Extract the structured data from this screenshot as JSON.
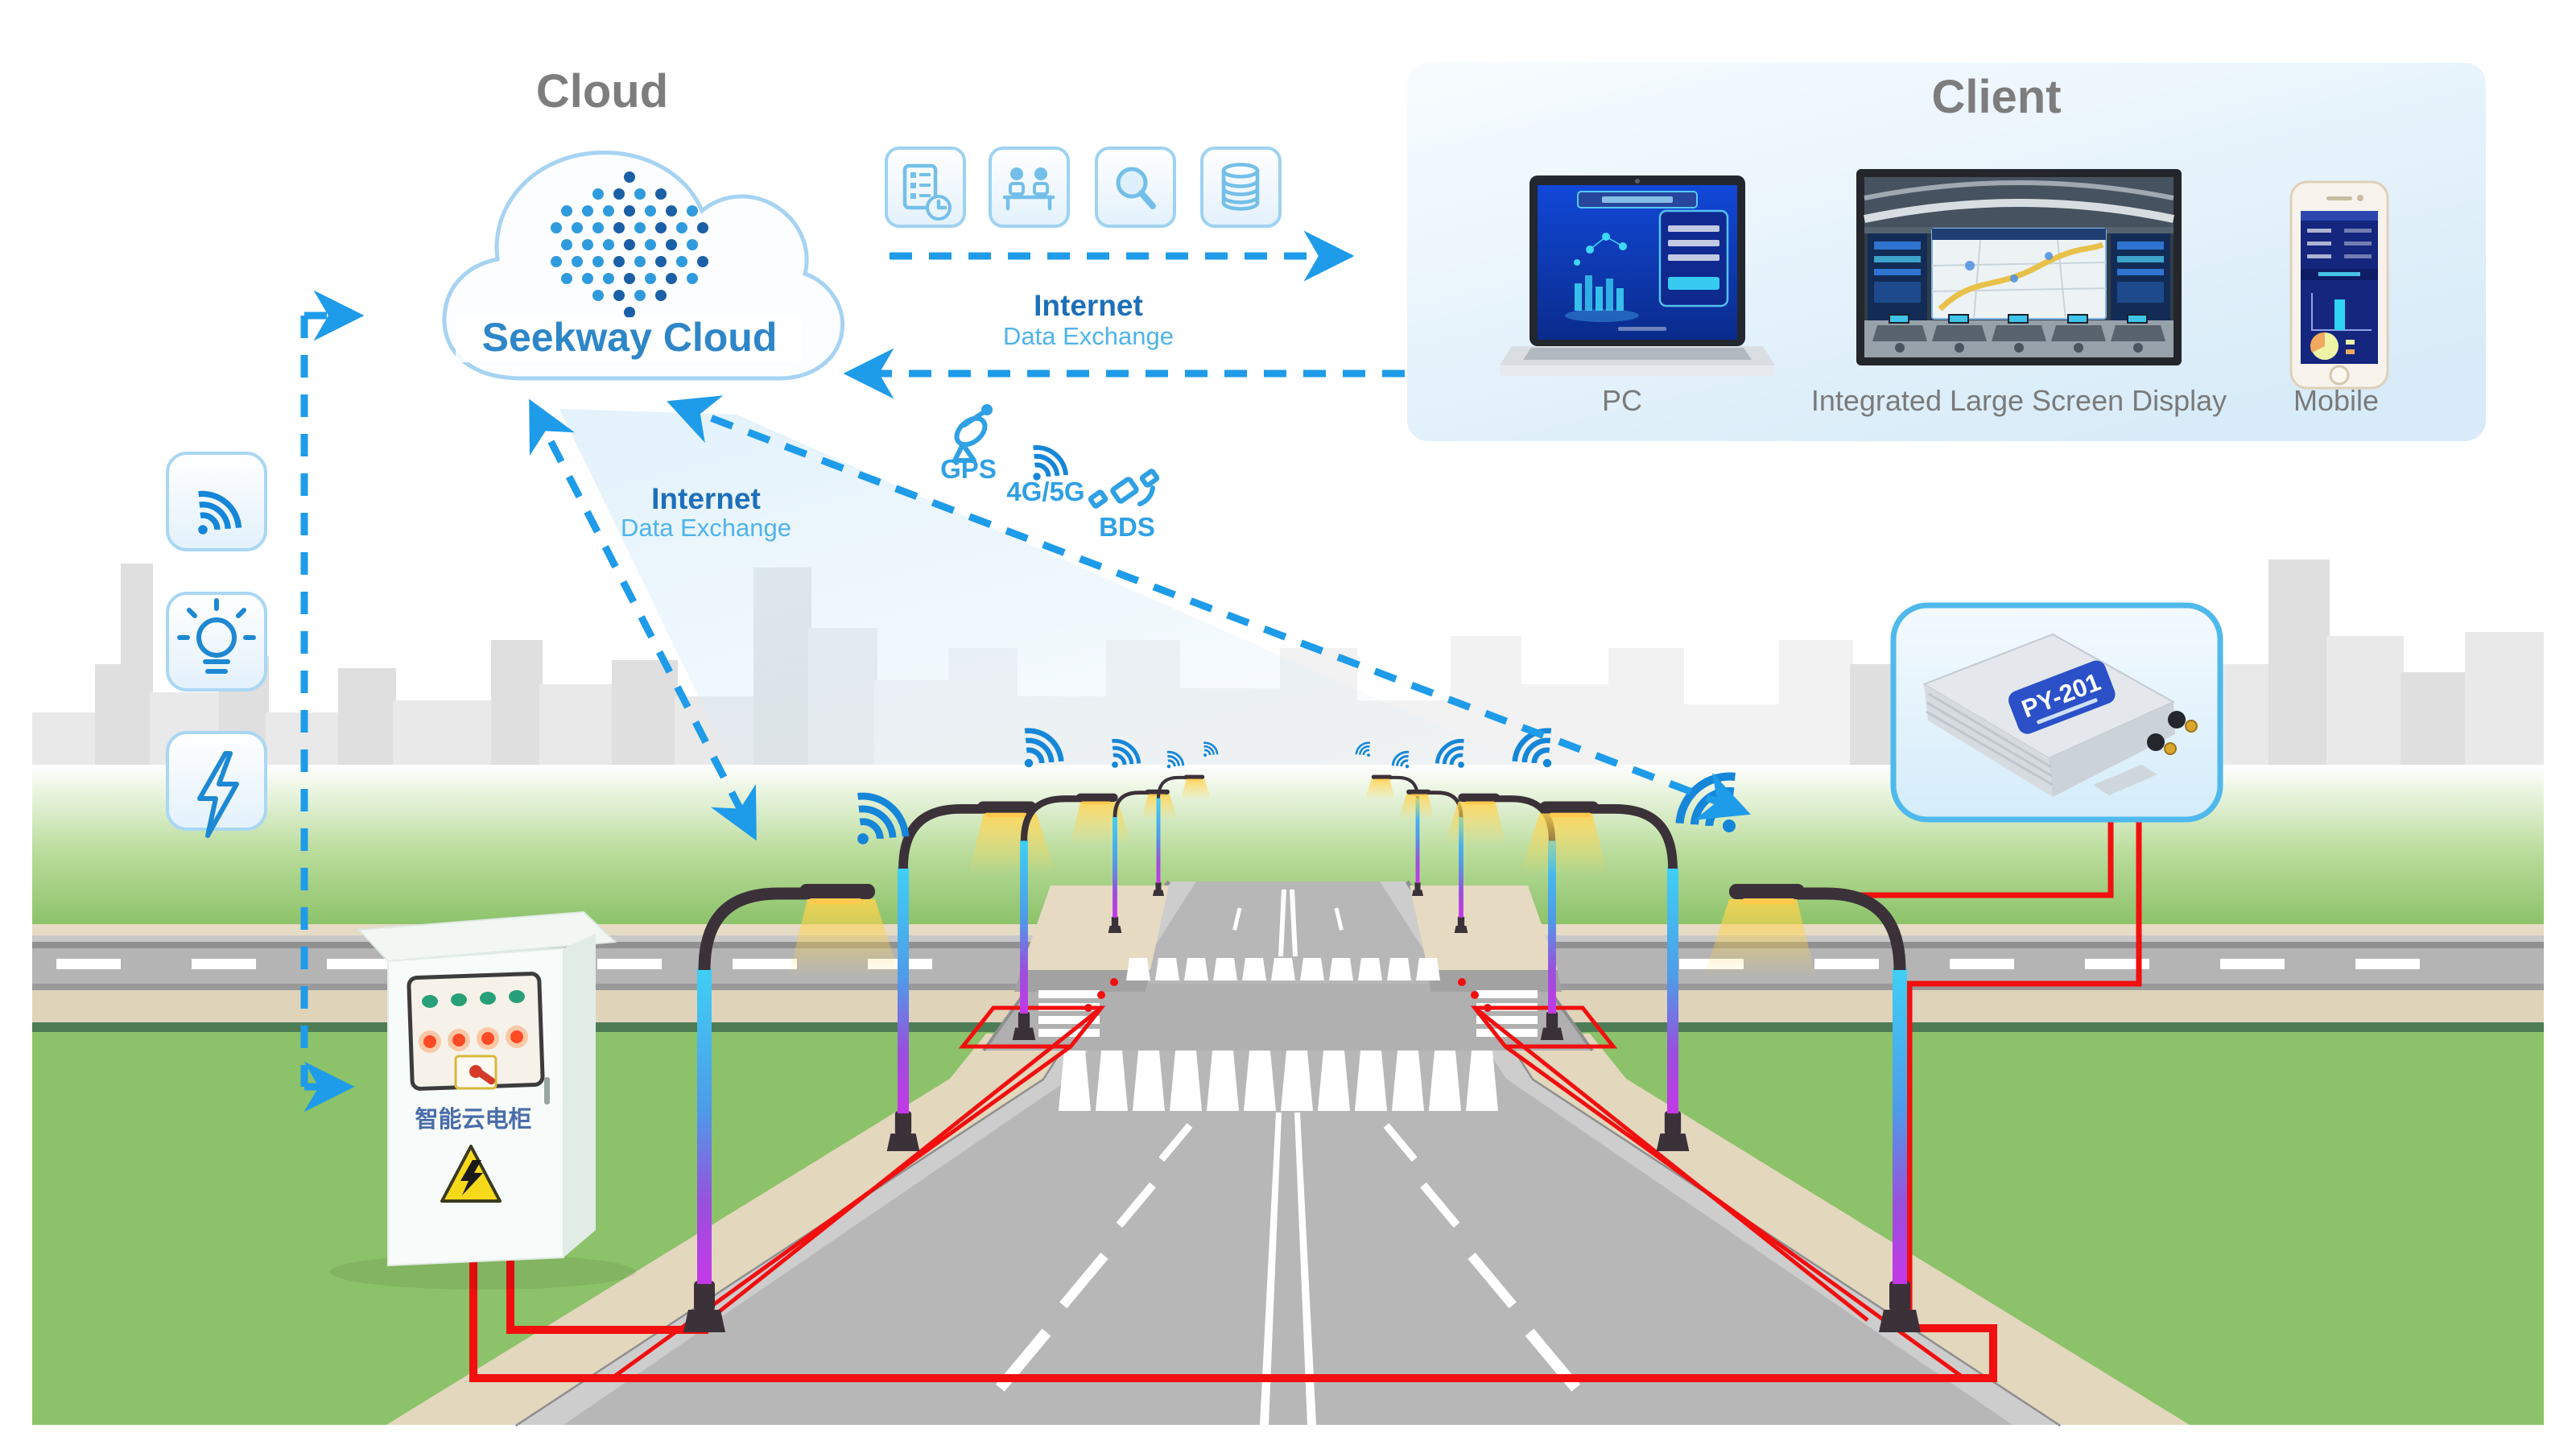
{
  "cloud_section": {
    "title": "Cloud",
    "cloud_name": "Seekway Cloud",
    "feature_icons": [
      "report-schedule-icon",
      "meeting-icon",
      "search-icon",
      "database-icon"
    ]
  },
  "client_section": {
    "title": "Client",
    "devices": [
      {
        "label": "PC"
      },
      {
        "label": "Integrated Large Screen Display"
      },
      {
        "label": "Mobile"
      }
    ]
  },
  "connections": {
    "cloud_to_client": {
      "title": "Internet",
      "subtitle": "Data Exchange",
      "direction": "bidirectional"
    },
    "cloud_to_streetlights": {
      "title": "Internet",
      "subtitle": "Data Exchange",
      "direction": "bidirectional"
    }
  },
  "network_nodes": [
    {
      "label": "GPS",
      "icon": "satellite-dish-icon"
    },
    {
      "label": "4G/5G",
      "icon": "cellular-signal-icon"
    },
    {
      "label": "BDS",
      "icon": "satellite-icon"
    }
  ],
  "field_icons": [
    "wireless-signal-icon",
    "smart-lamp-icon",
    "electric-power-icon"
  ],
  "cabinet": {
    "label": "智能云电柜"
  },
  "controller": {
    "model": "PY-201"
  },
  "colors": {
    "accent_blue": "#1e9be9",
    "wifi_blue": "#1586d8",
    "wire_red": "#f10f0f",
    "grass_green": "#8cc269",
    "pole_cyan": "#3fd0f5",
    "pole_magenta": "#c438e8",
    "cloud_text_blue": "#2e86c8",
    "road_gray": "#b7b7b7",
    "sidewalk_tan": "#e3d7be"
  }
}
